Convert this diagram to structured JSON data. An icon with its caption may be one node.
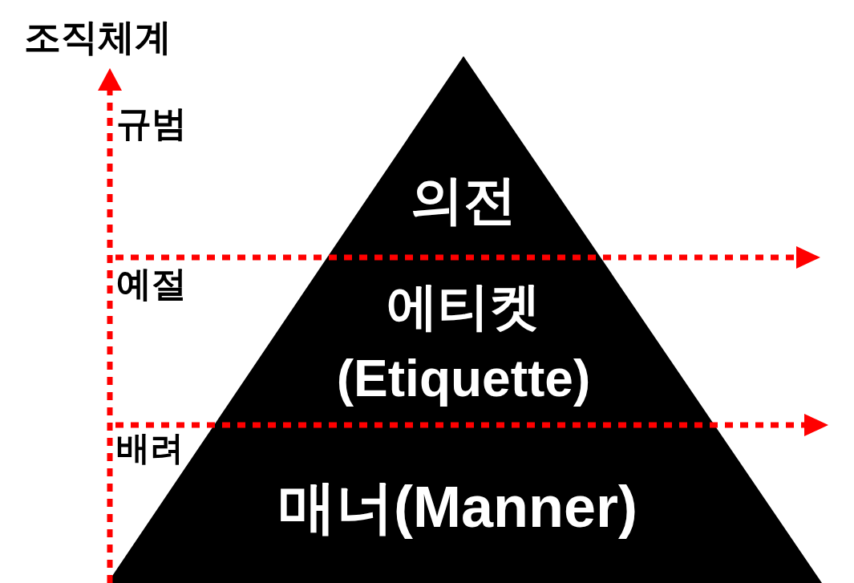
{
  "diagram": {
    "nodes": [
      {
        "text": [
          "의전"
        ]
      },
      {
        "text": [
          "에티켓 (Etiquette)"
        ]
      },
      {
        "text": [
          "매너(Manner)"
        ]
      }
    ],
    "labels": [
      "조직체계",
      "규범",
      "예절",
      "배려"
    ]
  }
}
